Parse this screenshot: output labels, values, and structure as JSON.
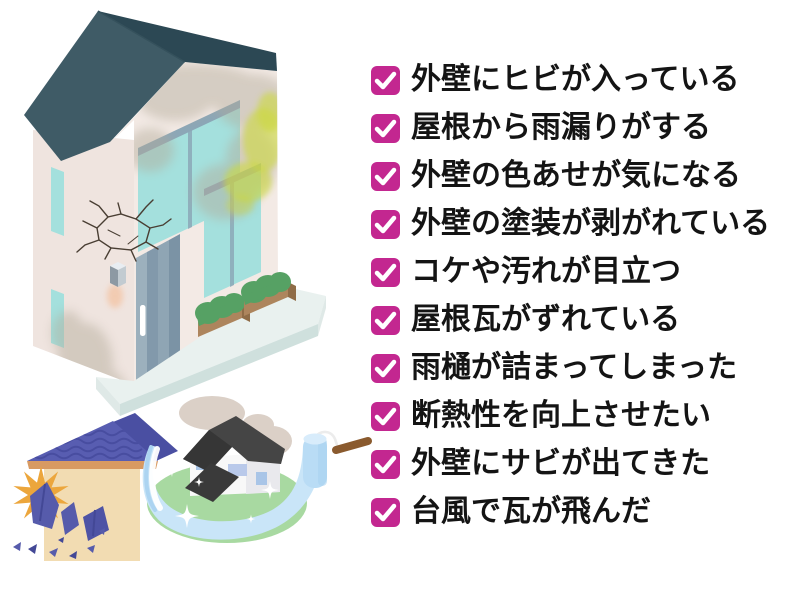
{
  "checklist": {
    "items": [
      "外壁にヒビが入っている",
      "屋根から雨漏りがする",
      "外壁の色あせが気になる",
      "外壁の塗装が剥がれている",
      "コケや汚れが目立つ",
      "屋根瓦がずれている",
      "雨樋が詰まってしまった",
      "断熱性を向上させたい",
      "外壁にサビが出てきた",
      "台風で瓦が飛んだ"
    ]
  },
  "icons": {
    "checkbox_checked": "✓"
  },
  "colors": {
    "checkbox": "#c32790",
    "checkmark": "#ffffff",
    "text": "#141414",
    "main_roof": "#3f5b66",
    "main_roof_dark": "#2c4854",
    "wall_front": "#f3eae5",
    "wall_left": "#efe4df",
    "window_glass": "#a4e0dd",
    "window_frame": "#8ca7b7",
    "door": "#8299ab",
    "dirt_stain": "#b2aa99",
    "moss_stain": "#cbd83e",
    "walkway": "#e9f1ef",
    "planter_green": "#56a164",
    "planter_box": "#ad855d",
    "damaged_roof": "#585db1",
    "damaged_wall": "#f2dcb2",
    "roof_trim": "#d89a62",
    "impact_star": "#eca63c",
    "broken_tile": "#565bab",
    "lawn": "#a8d9a1",
    "ribbon": "#c9e5f8",
    "mini_roof": "#454545",
    "mini_wall": "#f8f8f8",
    "roller": "#b9dcf5",
    "roller_handle": "#8a5a2e",
    "shadow_blob": "#dbd0c7"
  }
}
